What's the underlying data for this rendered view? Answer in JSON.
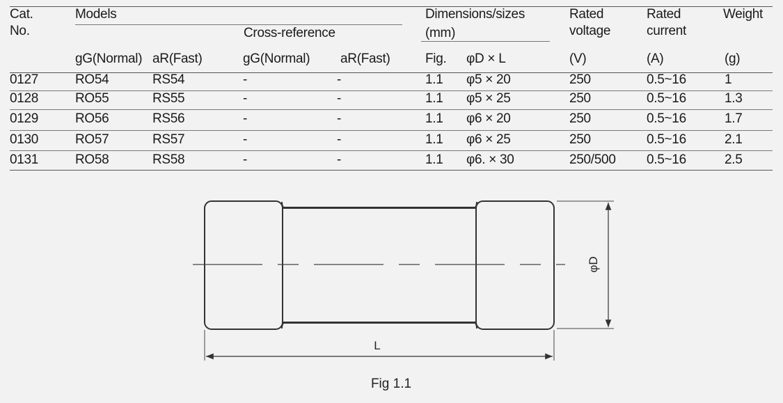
{
  "table": {
    "headers": {
      "cat_no_line1": "Cat.",
      "cat_no_line2": "No.",
      "models": "Models",
      "cross_reference": "Cross-reference",
      "gg_normal": "gG(Normal)",
      "ar_fast": "aR(Fast)",
      "xref_gg_normal": "gG(Normal)",
      "xref_ar_fast": "aR(Fast)",
      "dimensions_line1": "Dimensions/sizes",
      "dimensions_line2": "(mm)",
      "fig": "Fig.",
      "phi_d_l": "φD × L",
      "rated_voltage_line1": "Rated",
      "rated_voltage_line2": "voltage",
      "rated_voltage_unit": "(V)",
      "rated_current_line1": "Rated",
      "rated_current_line2": "current",
      "rated_current_unit": "(A)",
      "weight": "Weight",
      "weight_unit": "(g)"
    },
    "rows": [
      {
        "cat": "0127",
        "gg": "RO54",
        "ar": "RS54",
        "xgg": "-",
        "xar": "-",
        "fig": "1.1",
        "dim": "φ5 × 20",
        "voltage": "250",
        "current": "0.5~16",
        "weight": "1"
      },
      {
        "cat": "0128",
        "gg": "RO55",
        "ar": "RS55",
        "xgg": "-",
        "xar": "-",
        "fig": "1.1",
        "dim": "φ5 × 25",
        "voltage": "250",
        "current": "0.5~16",
        "weight": "1.3"
      },
      {
        "cat": "0129",
        "gg": "RO56",
        "ar": "RS56",
        "xgg": "-",
        "xar": "-",
        "fig": "1.1",
        "dim": "φ6 × 20",
        "voltage": "250",
        "current": "0.5~16",
        "weight": "1.7"
      },
      {
        "cat": "0130",
        "gg": "RO57",
        "ar": "RS57",
        "xgg": "-",
        "xar": "-",
        "fig": "1.1",
        "dim": "φ6 × 25",
        "voltage": "250",
        "current": "0.5~16",
        "weight": "2.1"
      },
      {
        "cat": "0131",
        "gg": "RO58",
        "ar": "RS58",
        "xgg": "-",
        "xar": "-",
        "fig": "1.1",
        "dim": "φ6. × 30",
        "voltage": "250/500",
        "current": "0.5~16",
        "weight": "2.5"
      }
    ]
  },
  "figure": {
    "diameter_label": "φD",
    "length_label": "L",
    "caption": "Fig 1.1"
  }
}
